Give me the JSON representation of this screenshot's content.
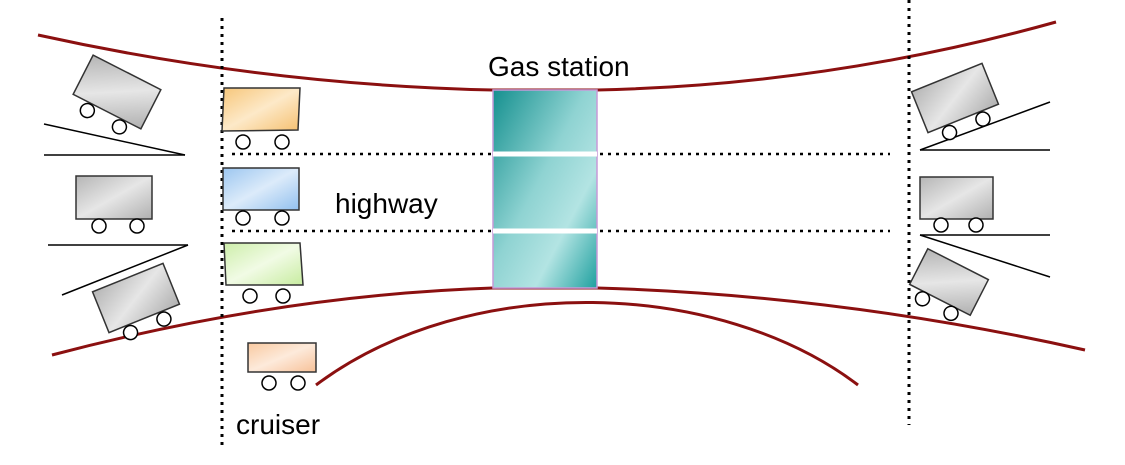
{
  "labels": {
    "gas_station": "Gas station",
    "highway": "highway",
    "cruiser": "cruiser"
  },
  "colors": {
    "road_edge": "#8b1010",
    "truck_body": "#c9c9c9",
    "truck_orange": "#fbd69a",
    "truck_blue": "#b8d7f5",
    "truck_green": "#dff5c2",
    "cruiser_body": "#fbd9b8",
    "station_teal": "#2aa8a8",
    "station_light": "#a9e0df"
  },
  "icons": {
    "truck": "truck-icon",
    "cruiser": "cruiser-icon",
    "gas_station": "gas-station-icon"
  }
}
